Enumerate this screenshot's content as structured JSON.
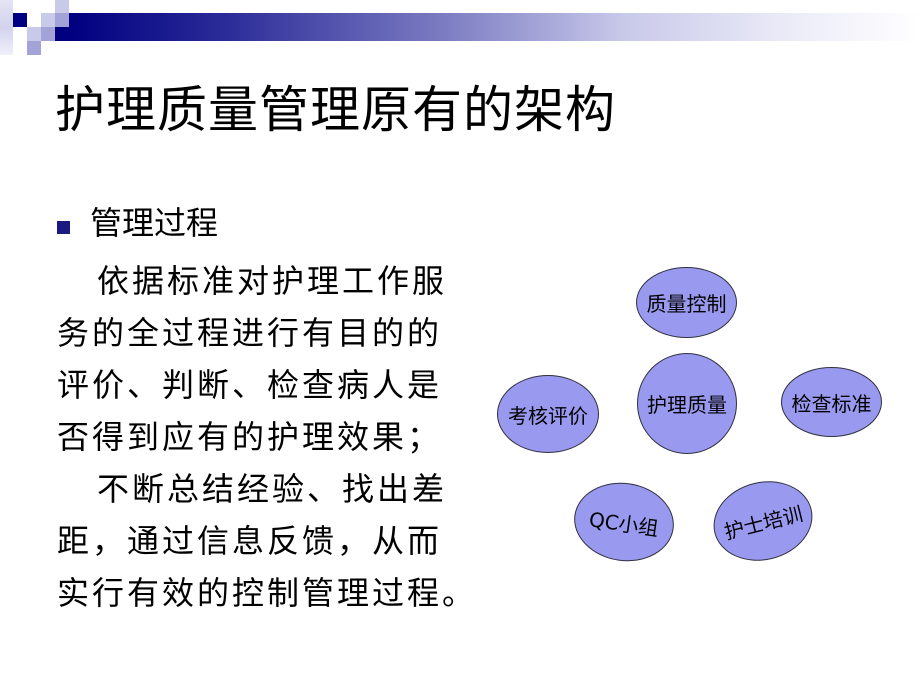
{
  "slide": {
    "title": "护理质量管理原有的架构",
    "bullet": {
      "heading": "管理过程",
      "lines": [
        "依据标准对护理工作服",
        "务的全过程进行有目的的",
        "评价、判断、检查病人是",
        "否得到应有的护理效果；",
        "不断总结经验、找出差",
        "距，通过信息反馈，从而",
        "实行有效的控制管理过程。"
      ]
    },
    "diagram": {
      "center": "护理质量",
      "nodes": {
        "top": "质量控制",
        "left": "考核评价",
        "right": "检查标准",
        "bottom_left": "QC小组",
        "bottom_right": "护士培训"
      },
      "fill_color": "#9999f0",
      "stroke_color": "#303040"
    },
    "theme": {
      "accent_navy": "#000080",
      "bullet_color": "#1a1a80"
    }
  }
}
